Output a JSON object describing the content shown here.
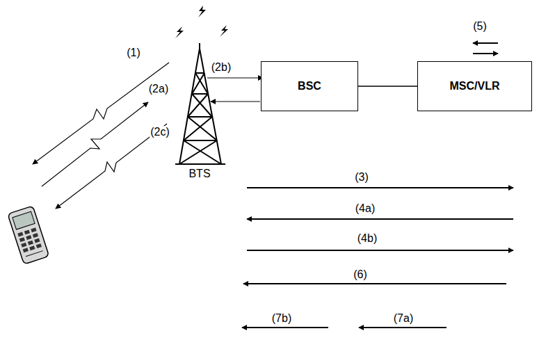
{
  "diagram": {
    "nodes": [
      {
        "text": [
          "BSC"
        ]
      },
      {
        "text": [
          "MSC/VLR"
        ]
      }
    ],
    "edges": [
      {
        "from": 0,
        "to": 1,
        "arrow": "none"
      }
    ],
    "labels": [
      "(1)",
      "(2a)",
      "(2c)",
      "BTS",
      "(2b)",
      "(5)",
      "(3)",
      "(4a)",
      "(4b)",
      "(6)",
      "(7b)",
      "(7a)"
    ]
  }
}
